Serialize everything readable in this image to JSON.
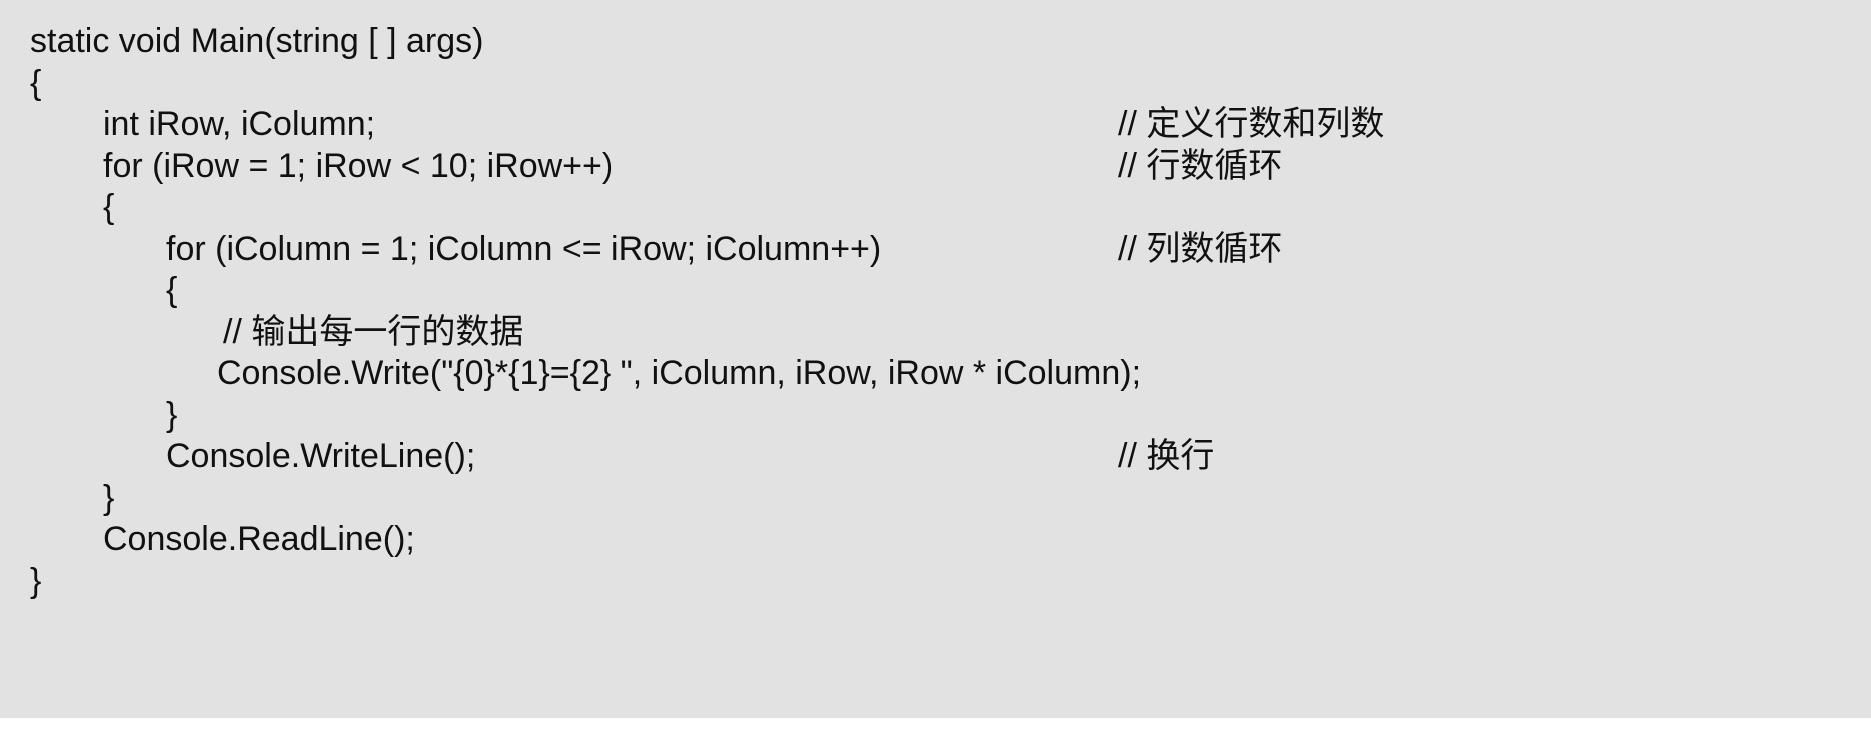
{
  "code_lines": [
    {
      "code": "static void Main(string [ ] args)",
      "comment": ""
    },
    {
      "code": "{",
      "comment": ""
    },
    {
      "code": "int iRow, iColumn;",
      "comment": "// 定义行数和列数"
    },
    {
      "code": "for (iRow = 1; iRow < 10; iRow++)",
      "comment": "// 行数循环"
    },
    {
      "code": "{",
      "comment": ""
    },
    {
      "code": "for (iColumn = 1; iColumn <= iRow; iColumn++)",
      "comment": "// 列数循环"
    },
    {
      "code": "{",
      "comment": ""
    },
    {
      "code": "// 输出每一行的数据",
      "comment": ""
    },
    {
      "code": "Console.Write(\"{0}*{1}={2} \", iColumn, iRow, iRow * iColumn);",
      "comment": ""
    },
    {
      "code": "}",
      "comment": ""
    },
    {
      "code": "Console.WriteLine();",
      "comment": "// 换行"
    },
    {
      "code": "}",
      "comment": ""
    },
    {
      "code": "Console.ReadLine();",
      "comment": ""
    },
    {
      "code": "}",
      "comment": ""
    }
  ],
  "colors": {
    "background": "#e2e2e2",
    "text": "#111111"
  }
}
